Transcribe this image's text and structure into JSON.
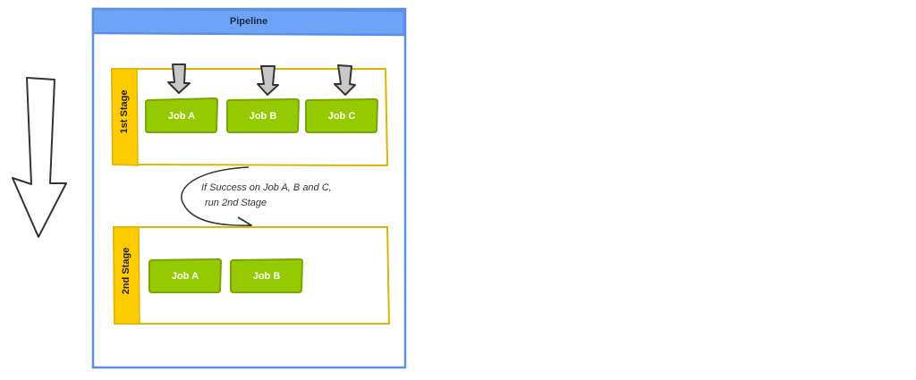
{
  "pipeline": {
    "title": "Pipeline"
  },
  "stages": [
    {
      "label": "1st Stage",
      "jobs": [
        "Job A",
        "Job B",
        "Job C"
      ]
    },
    {
      "label": "2nd Stage",
      "jobs": [
        "Job A",
        "Job B"
      ]
    }
  ],
  "transition": {
    "line1": "If Success on Job A, B and C,",
    "line2": "run 2nd Stage"
  },
  "colors": {
    "pipeline_border": "#5b8ee6",
    "pipeline_header": "#6fa3f5",
    "stage_border": "#e0b400",
    "stage_tab": "#ffcc00",
    "job_fill": "#95c900",
    "job_border": "#78a800",
    "trigger_arrow_fill": "#c8c8c8",
    "outline": "#333333"
  },
  "icons": {
    "trigger_arrow": "down-arrow-icon",
    "flow_arrow": "down-arrow-icon",
    "transition_arrow": "curved-arrow-icon"
  }
}
